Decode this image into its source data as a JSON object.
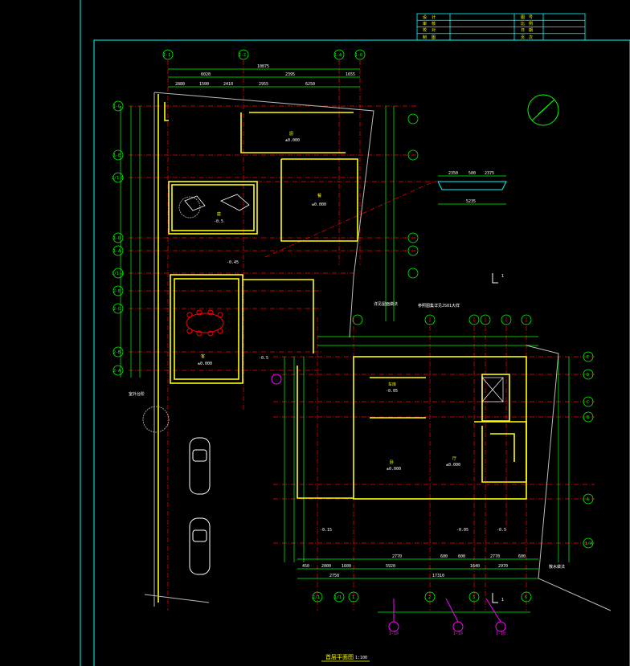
{
  "drawing": {
    "title": "首层平面图",
    "scale": "1:100"
  },
  "colors": {
    "background": "#000000",
    "frame": "#00ffff",
    "grid": "#ff0000",
    "wall": "#ffff00",
    "dimension": "#00ff00",
    "room_text": "#ffff00",
    "section": "#ff00ff",
    "white": "#ffffff"
  },
  "grid_axes_top": [
    "1-1",
    "1-2",
    "1-4",
    "1-6"
  ],
  "grid_axes_left": [
    "1-G",
    "1-E",
    "1/1-E",
    "1-D",
    "1-A",
    "1/1-A",
    "2-E",
    "2-C",
    "2-B",
    "2-A"
  ],
  "grid_axes_bottom": [
    "2/1",
    "1/1",
    "1",
    "2",
    "3",
    "6"
  ],
  "grid_axes_right": [
    "E",
    "D",
    "C",
    "B",
    "A",
    "1/A"
  ],
  "top_dimensions": {
    "overall": "10875",
    "row2": [
      "6020",
      "2395",
      "1655"
    ],
    "row3": [
      "2880",
      "1500",
      "2410",
      "2955",
      "6250"
    ]
  },
  "bottom_dimensions": {
    "row1": [
      "450",
      "2000",
      "1600",
      "2770",
      "600",
      "600",
      "2770",
      "600"
    ],
    "row2": [
      "2750",
      "5920",
      "1640",
      "2970"
    ],
    "total": "17310"
  },
  "rooms": [
    {
      "label": "厨",
      "level": "±0.000"
    },
    {
      "label": "餐",
      "level": "±0.000"
    },
    {
      "label": "庭",
      "level": "-0.5"
    },
    {
      "label": "客",
      "level": "±0.000"
    },
    {
      "label": "卧",
      "level": "±0.000"
    },
    {
      "label": "厅",
      "level": "±0.000"
    },
    {
      "label": "车库",
      "level": "-0.05"
    }
  ],
  "level_marks": [
    "-0.45",
    "-0.5",
    "-0.05",
    "-0.15",
    "-0.5"
  ],
  "notes": [
    "参照图集详见JS01大样",
    "详见屋面做法",
    "散水做法",
    "室外台阶"
  ],
  "detail_dimensions": [
    "2350",
    "500",
    "2375",
    "5235"
  ],
  "section_marks": [
    "1-10",
    "1-10",
    "1-10"
  ],
  "section_label": "1",
  "title_block_rows": [
    [
      "设",
      "计",
      "图",
      "号"
    ],
    [
      "审",
      "核",
      "比",
      "例"
    ],
    [
      "校",
      "对",
      "日",
      "期"
    ],
    [
      "制",
      "图",
      "页",
      "次"
    ]
  ]
}
